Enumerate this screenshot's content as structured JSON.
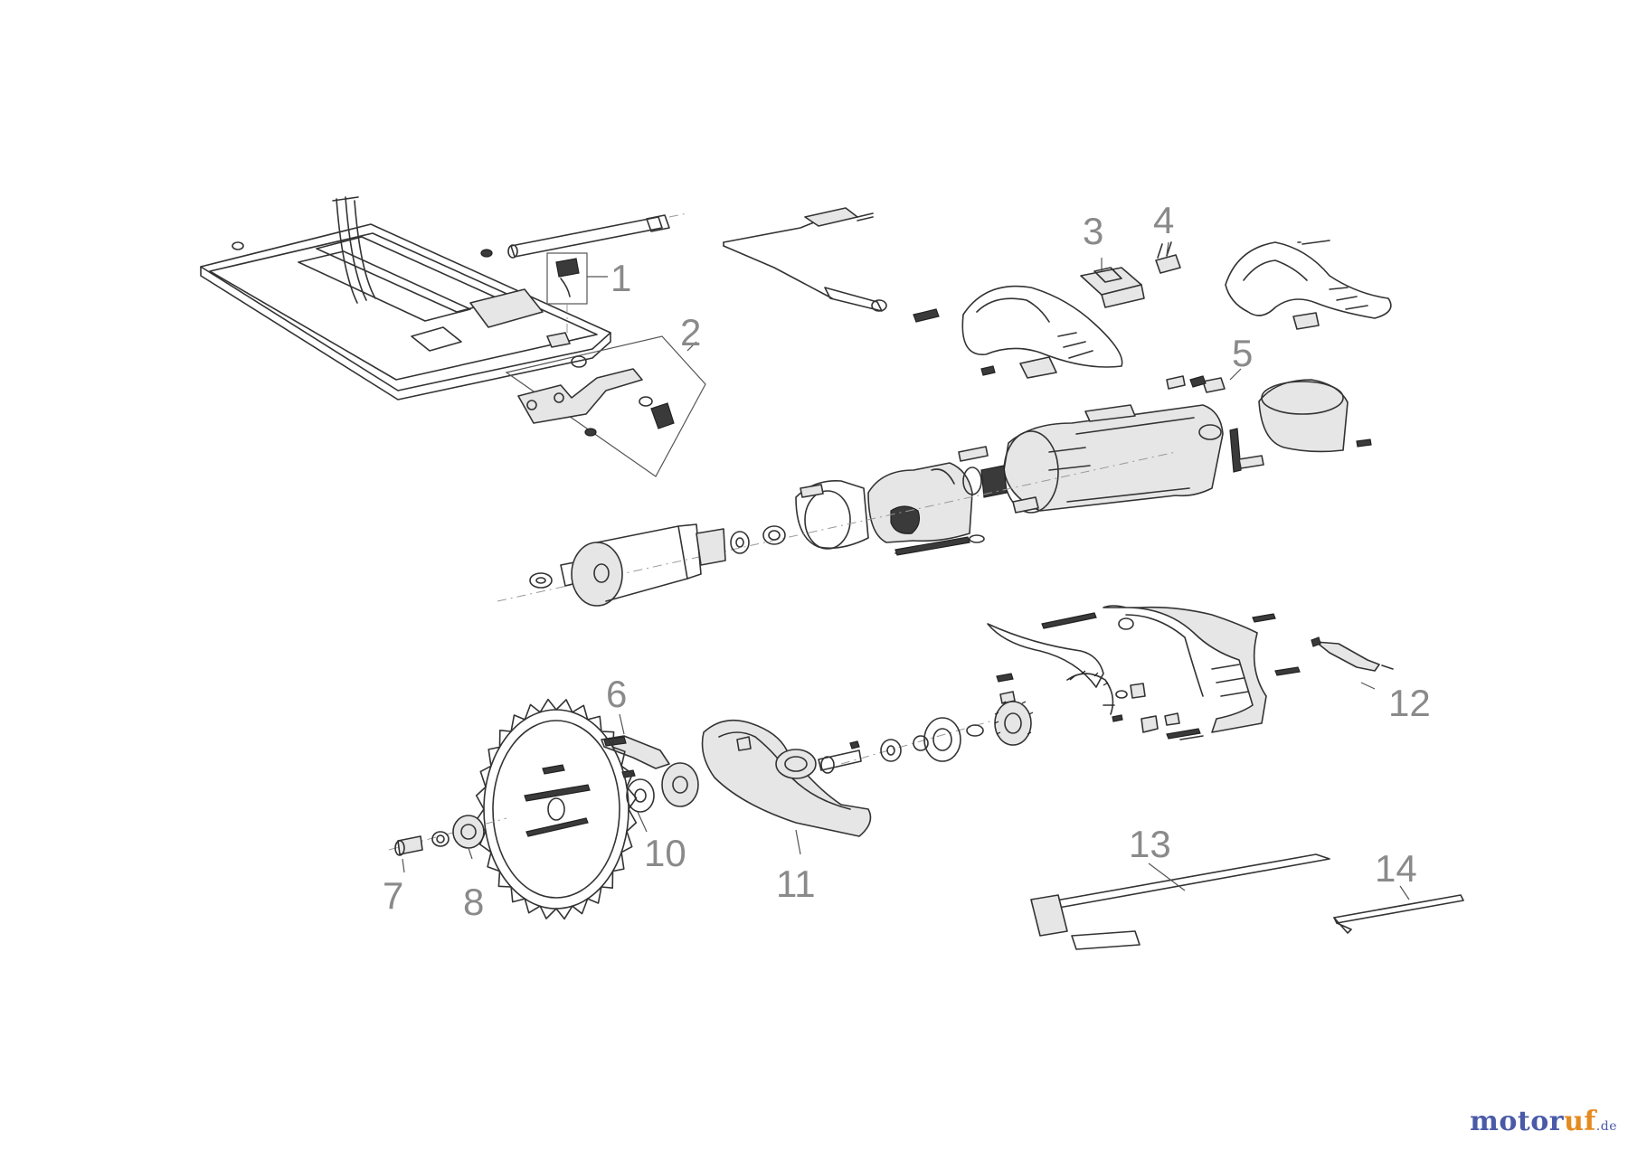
{
  "diagram": {
    "callouts": [
      "1",
      "2",
      "3",
      "4",
      "5",
      "6",
      "7",
      "8",
      "10",
      "11",
      "12",
      "13",
      "14"
    ]
  },
  "watermark": {
    "part_a": "motor",
    "part_b": "uf",
    "part_c": ".de"
  },
  "colors": {
    "callout": "#8a8a8a",
    "line": "#333333",
    "watermark_blue": "#4a5aa8",
    "watermark_orange": "#e58a1f"
  }
}
